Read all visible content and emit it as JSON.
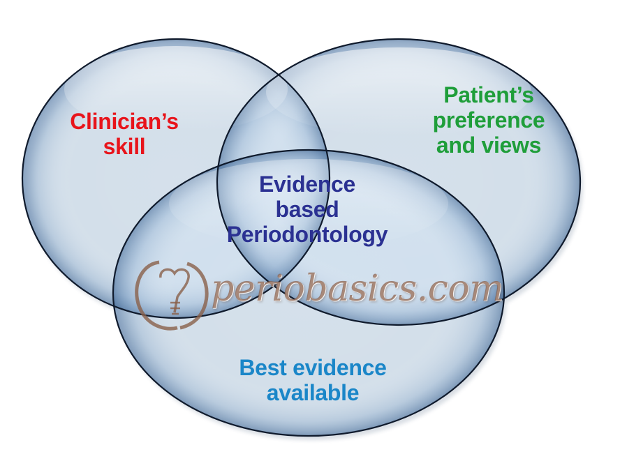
{
  "diagram": {
    "circles": [
      {
        "id": "clinician",
        "lines": [
          "Clinician’s",
          "skill"
        ],
        "color": "#e8141b"
      },
      {
        "id": "patient",
        "lines": [
          "Patient’s",
          "preference",
          "and views"
        ],
        "color": "#1f9e3a"
      },
      {
        "id": "best-evidence",
        "lines": [
          "Best evidence",
          "available"
        ],
        "color": "#1a86c8"
      }
    ],
    "center": {
      "lines": [
        "Evidence",
        "based",
        "Periodontology"
      ],
      "color": "#2b3192"
    },
    "circle_fill": "#cfe0f1",
    "circle_edge": "#0f1a2c"
  },
  "watermark": {
    "text": "periobasics.com",
    "color": "#8a604a"
  }
}
